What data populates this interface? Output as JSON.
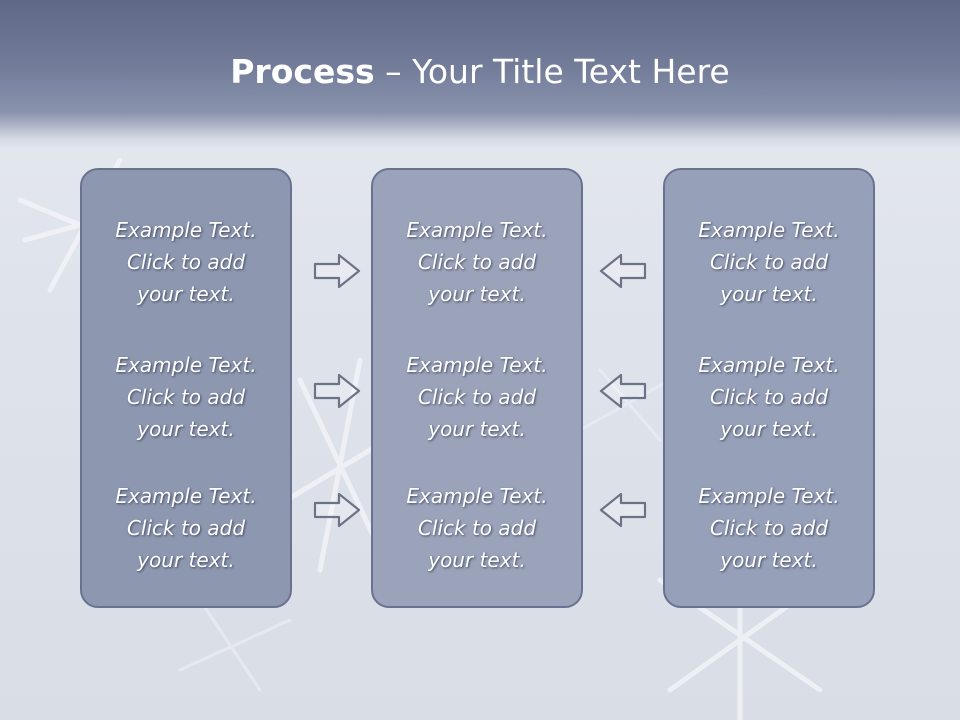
{
  "slide": {
    "title_bold": "Process",
    "title_rest": " – Your Title Text Here"
  },
  "panels": [
    {
      "items": [
        {
          "line1": "Example Text.",
          "line2": "Click  to add",
          "line3": "your text."
        },
        {
          "line1": "Example Text.",
          "line2": "Click  to add",
          "line3": "your text."
        },
        {
          "line1": "Example Text.",
          "line2": "Click  to add",
          "line3": "your text."
        }
      ]
    },
    {
      "items": [
        {
          "line1": "Example Text.",
          "line2": "Click  to add",
          "line3": "your text."
        },
        {
          "line1": "Example Text.",
          "line2": "Click  to add",
          "line3": "your text."
        },
        {
          "line1": "Example Text.",
          "line2": "Click  to add",
          "line3": "your text."
        }
      ]
    },
    {
      "items": [
        {
          "line1": "Example Text.",
          "line2": "Click  to add",
          "line3": "your text."
        },
        {
          "line1": "Example Text.",
          "line2": "Click  to add",
          "line3": "your text."
        },
        {
          "line1": "Example Text.",
          "line2": "Click  to add",
          "line3": "your text."
        }
      ]
    }
  ],
  "icons": {
    "left_arrows": "arrow-right-icon",
    "right_arrows": "arrow-left-icon"
  },
  "colors": {
    "header": "#5f6887",
    "panel": "#98a1b8",
    "panel_border": "#6a7290",
    "text": "#ffffff"
  }
}
